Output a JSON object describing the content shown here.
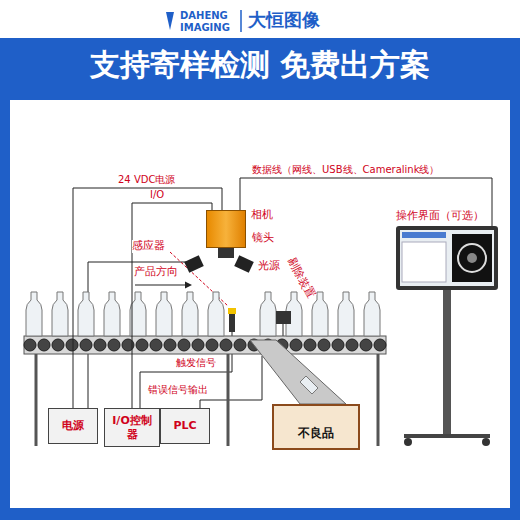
{
  "diagram": {
    "title": "支持寄样检测 免费出方案",
    "nodes": [
      {
        "text": [
          "电源"
        ]
      },
      {
        "text": [
          "I/O控制器"
        ]
      },
      {
        "text": [
          "PLC"
        ]
      },
      {
        "text": [
          "不良品"
        ]
      },
      {
        "text": [
          "相机"
        ]
      },
      {
        "text": [
          "操作界面（可选）"
        ]
      }
    ],
    "edges": [
      {
        "from": 0,
        "to": 4,
        "label": "24 VDC电源",
        "arrow": "none"
      },
      {
        "from": 1,
        "to": 4,
        "label": "I/O",
        "arrow": "none"
      },
      {
        "from": 4,
        "to": 5,
        "label": "数据线（网线、USB线、Cameralink线）",
        "arrow": "none"
      },
      {
        "from": 1,
        "to": 2,
        "arrow": "none"
      }
    ],
    "labels": [
      "DAHENG",
      "IMAGING",
      "大恒图像",
      "镜头",
      "光源",
      "感应器",
      "产品方向",
      "剔除装置",
      "触发信号",
      "错误信号输出"
    ]
  }
}
